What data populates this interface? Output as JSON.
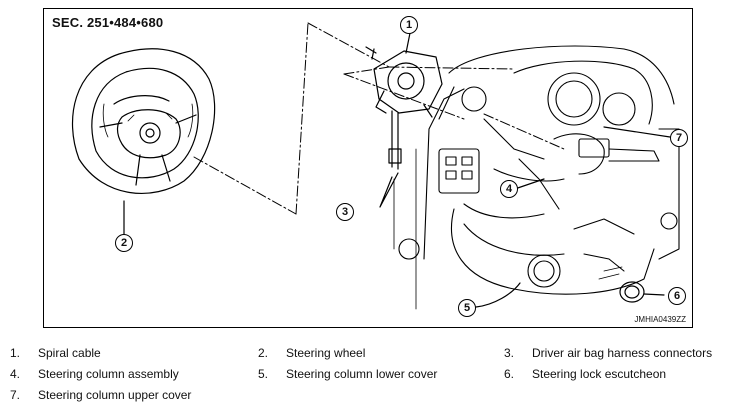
{
  "figure": {
    "section_label": "SEC. 251•484•680",
    "figure_code": "JMHIA0439ZZ",
    "callouts": [
      "1",
      "2",
      "3",
      "4",
      "5",
      "6",
      "7"
    ]
  },
  "legend": [
    {
      "num": "1.",
      "text": "Spiral cable"
    },
    {
      "num": "2.",
      "text": "Steering wheel"
    },
    {
      "num": "3.",
      "text": "Driver air bag harness connectors"
    },
    {
      "num": "4.",
      "text": "Steering column assembly"
    },
    {
      "num": "5.",
      "text": "Steering column lower cover"
    },
    {
      "num": "6.",
      "text": "Steering lock escutcheon"
    },
    {
      "num": "7.",
      "text": "Steering column upper cover"
    }
  ]
}
